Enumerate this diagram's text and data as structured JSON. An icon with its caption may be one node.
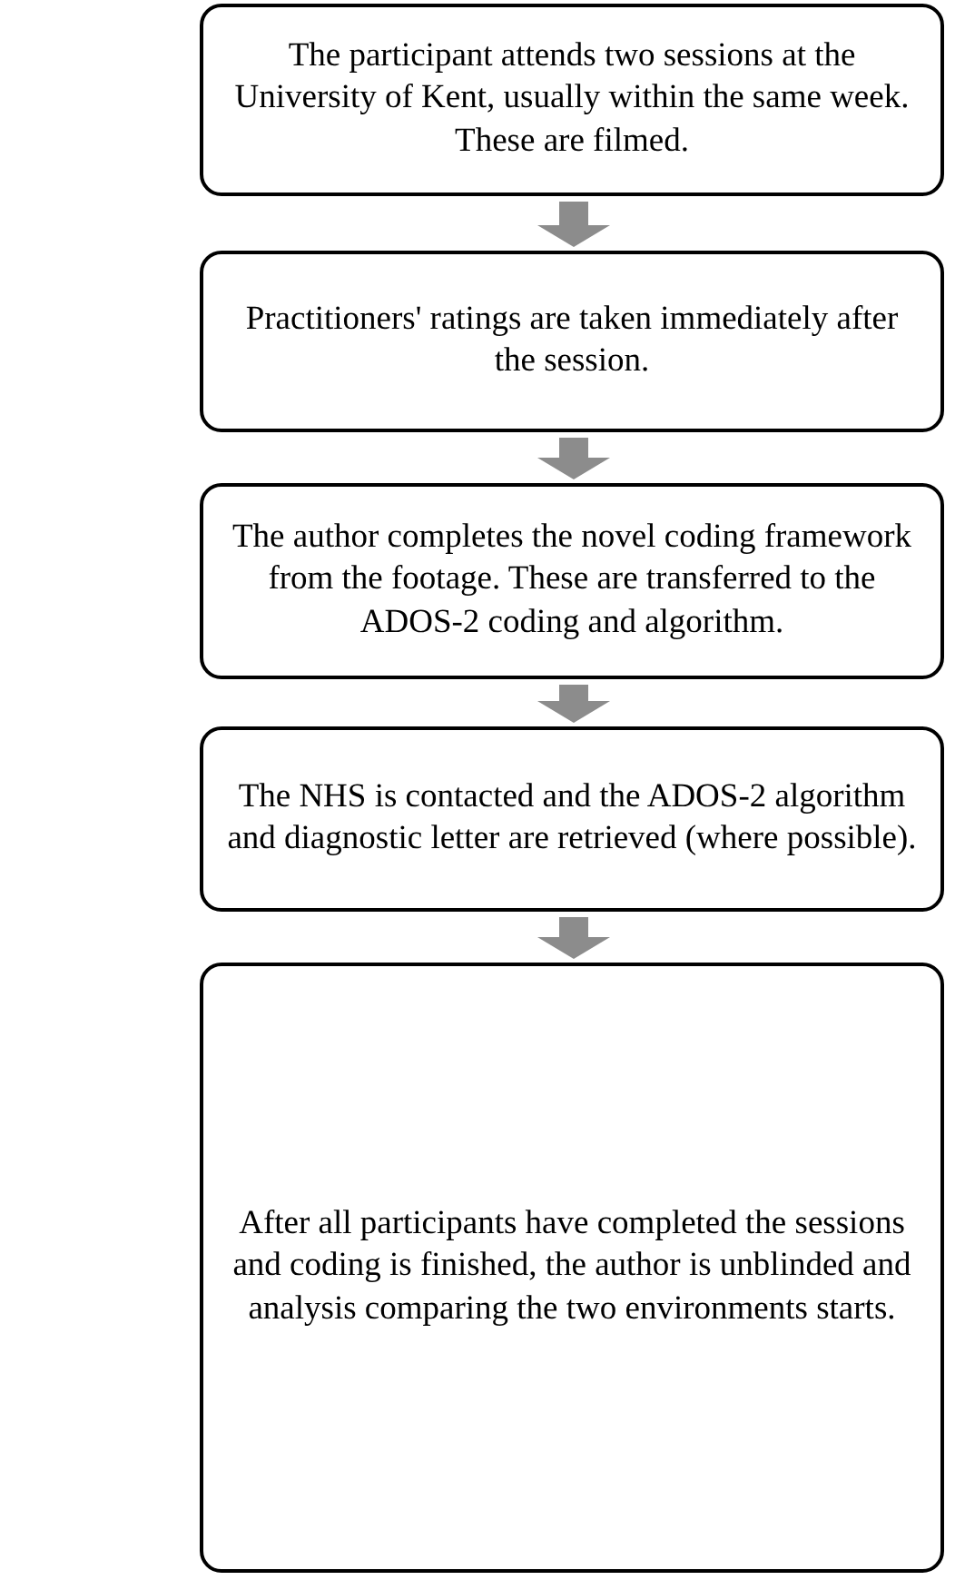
{
  "diagram": {
    "nodes": [
      {
        "text": [
          "The participant attends two sessions at the University of Kent, usually within the same week. These are filmed."
        ]
      },
      {
        "text": [
          "Practitioners' ratings are taken immediately after the session."
        ]
      },
      {
        "text": [
          "The author completes the novel coding framework from the footage. These are transferred to the ADOS-2 coding and algorithm."
        ]
      },
      {
        "text": [
          "The NHS is contacted and the ADOS-2 algorithm and diagnostic letter are retrieved (where possible)."
        ]
      },
      {
        "text": [
          "After all participants have completed the sessions and coding is finished, the author is unblinded and analysis comparing the two environments starts."
        ]
      }
    ],
    "edges": [
      {
        "from": 0,
        "to": 1,
        "arrow": "to",
        "style": "thick"
      },
      {
        "from": 1,
        "to": 2,
        "arrow": "to",
        "style": "thick"
      },
      {
        "from": 2,
        "to": 3,
        "arrow": "to",
        "style": "thick"
      },
      {
        "from": 3,
        "to": 4,
        "arrow": "to",
        "style": "thick"
      }
    ]
  }
}
